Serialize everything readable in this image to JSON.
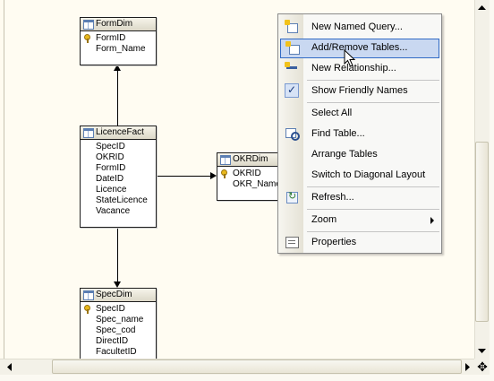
{
  "tables": [
    {
      "name": "FormDim",
      "columns": [
        {
          "name": "FormID",
          "key": true
        },
        {
          "name": "Form_Name",
          "key": false
        }
      ]
    },
    {
      "name": "LicenceFact",
      "columns": [
        {
          "name": "SpecID",
          "key": false
        },
        {
          "name": "OKRID",
          "key": false
        },
        {
          "name": "FormID",
          "key": false
        },
        {
          "name": "DateID",
          "key": false
        },
        {
          "name": "Licence",
          "key": false
        },
        {
          "name": "StateLicence",
          "key": false
        },
        {
          "name": "Vacance",
          "key": false
        }
      ]
    },
    {
      "name": "OKRDim",
      "columns": [
        {
          "name": "OKRID",
          "key": true
        },
        {
          "name": "OKR_Name",
          "key": false
        }
      ]
    },
    {
      "name": "SpecDim",
      "columns": [
        {
          "name": "SpecID",
          "key": true
        },
        {
          "name": "Spec_name",
          "key": false
        },
        {
          "name": "Spec_cod",
          "key": false
        },
        {
          "name": "DirectID",
          "key": false
        },
        {
          "name": "FacultetID",
          "key": false
        }
      ]
    }
  ],
  "context_menu": {
    "items": [
      {
        "label": "New Named Query...",
        "icon": "new-named-query-icon"
      },
      {
        "label": "Add/Remove Tables...",
        "icon": "add-remove-tables-icon",
        "highlighted": true
      },
      {
        "label": "New Relationship...",
        "icon": "new-relationship-icon"
      },
      {
        "label": "Show Friendly Names",
        "icon": "checkmark-icon",
        "checked": true
      },
      {
        "label": "Select All"
      },
      {
        "label": "Find Table...",
        "icon": "find-table-icon"
      },
      {
        "label": "Arrange Tables"
      },
      {
        "label": "Switch to Diagonal Layout"
      },
      {
        "label": "Refresh...",
        "icon": "refresh-icon"
      },
      {
        "label": "Zoom",
        "submenu": true
      },
      {
        "label": "Properties",
        "icon": "properties-icon"
      }
    ]
  },
  "colors": {
    "canvas": "#fffcf2",
    "menu_highlight": "#c9d8f1",
    "menu_highlight_border": "#316ac5",
    "table_icon": "#5c7fb3",
    "key_icon": "#e8b81c"
  }
}
